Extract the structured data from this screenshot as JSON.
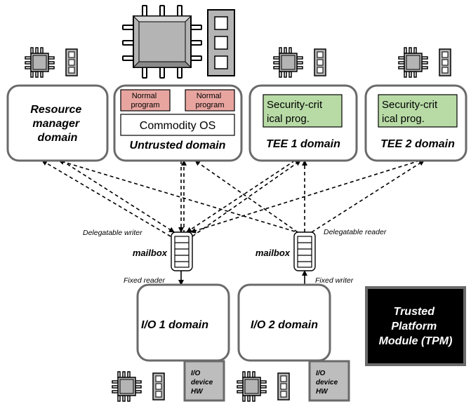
{
  "domains": {
    "resource_manager": [
      "Resource",
      "manager",
      "domain"
    ],
    "untrusted": "Untrusted domain",
    "tee1": "TEE 1 domain",
    "tee2": "TEE 2 domain",
    "io1": "I/O 1 domain",
    "io2": "I/O 2 domain"
  },
  "untrusted_contents": {
    "normal_program_1": [
      "Normal",
      "program"
    ],
    "normal_program_2": [
      "Normal",
      "program"
    ],
    "commodity_os": "Commodity OS"
  },
  "tee_programs": {
    "tee1": [
      "Security-crit",
      "ical prog."
    ],
    "tee2": [
      "Security-crit",
      "ical prog."
    ]
  },
  "mailboxes": {
    "mailbox1_label": "mailbox",
    "mailbox2_label": "mailbox"
  },
  "annotations": {
    "delegatable_writer": "Delegatable writer",
    "delegatable_reader": "Delegatable reader",
    "fixed_reader": "Fixed reader",
    "fixed_writer": "Fixed writer"
  },
  "tpm": [
    "Trusted",
    "Platform",
    "Module (TPM)"
  ],
  "io_hw": {
    "io1": [
      "I/O",
      "device",
      "HW"
    ],
    "io2": [
      "I/O",
      "device",
      "HW"
    ]
  },
  "colors": {
    "normal_program_fill": "#e8a5a0",
    "secure_program_fill": "#b8dba6",
    "chip_fill": "#b4b4b4",
    "hw_box_fill": "#bdbdbd",
    "tpm_fill": "#000000"
  }
}
